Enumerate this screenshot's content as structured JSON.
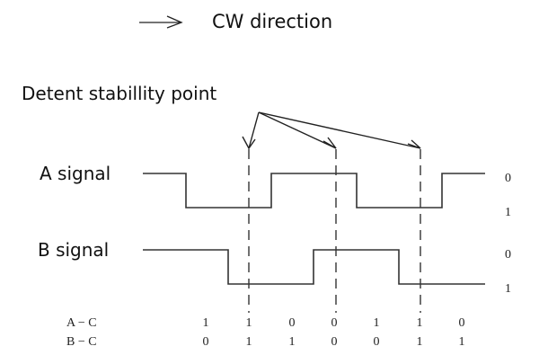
{
  "legend": {
    "arrow_icon": "right-arrow-icon",
    "label": "CW direction"
  },
  "annotation": {
    "label": "Detent stabillity point",
    "targets": 3
  },
  "signals": [
    {
      "name": "A signal",
      "level_labels": {
        "high": "0",
        "low": "1"
      },
      "states": [
        0,
        1,
        1,
        0,
        0,
        1,
        1,
        0
      ]
    },
    {
      "name": "B signal",
      "level_labels": {
        "high": "0",
        "low": "1"
      },
      "states": [
        0,
        0,
        1,
        1,
        0,
        0,
        1,
        1
      ]
    }
  ],
  "table": {
    "rows": [
      {
        "label": "A − C",
        "values": [
          "1",
          "1",
          "0",
          "0",
          "1",
          "1",
          "0"
        ]
      },
      {
        "label": "B − C",
        "values": [
          "0",
          "1",
          "1",
          "0",
          "0",
          "1",
          "1"
        ]
      }
    ]
  }
}
